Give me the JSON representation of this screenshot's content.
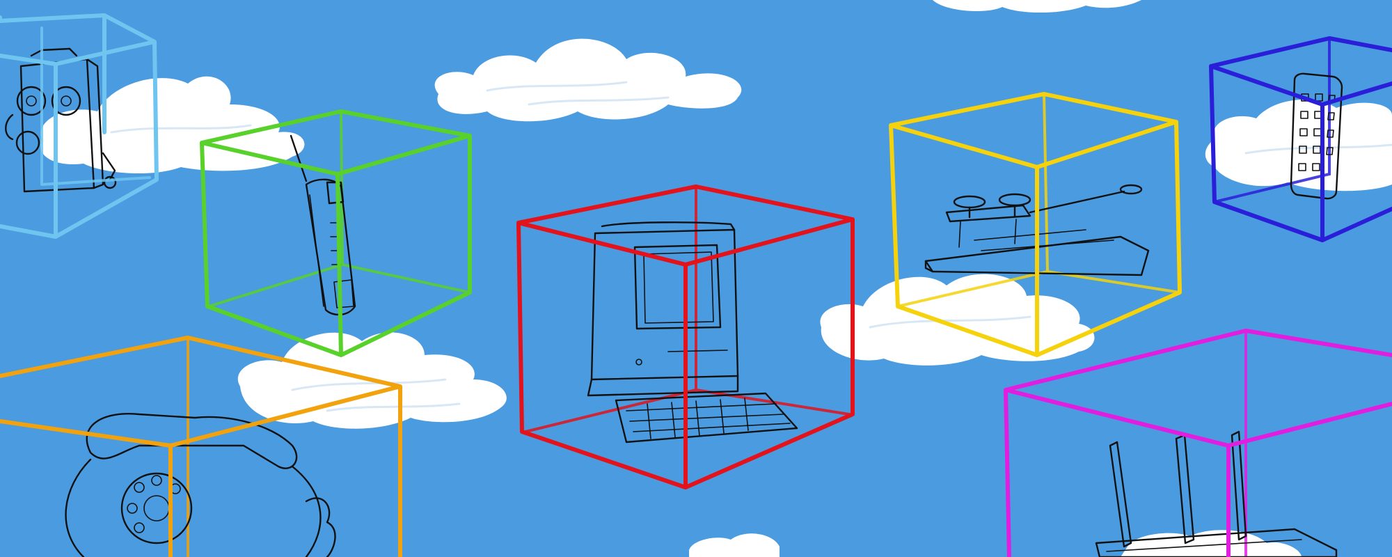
{
  "illustration": {
    "background_color": "#4a9be0",
    "ink_color": "#111111",
    "cloud_color": "#ffffff",
    "boxes": [
      {
        "name": "box-light-blue",
        "color": "#6ec6f0",
        "object": "crank-wall-telephone-icon"
      },
      {
        "name": "box-green",
        "color": "#58d12a",
        "object": "brick-cell-phone-icon"
      },
      {
        "name": "box-orange",
        "color": "#f2a20c",
        "object": "rotary-telephone-icon"
      },
      {
        "name": "box-red",
        "color": "#e3121b",
        "object": "classic-desktop-computer-icon"
      },
      {
        "name": "box-yellow",
        "color": "#f5d20c",
        "object": "telegraph-key-icon"
      },
      {
        "name": "box-blue",
        "color": "#2a1ed8",
        "object": "smartphone-icon"
      },
      {
        "name": "box-magenta",
        "color": "#e11ee0",
        "object": "wifi-router-icon"
      }
    ]
  }
}
